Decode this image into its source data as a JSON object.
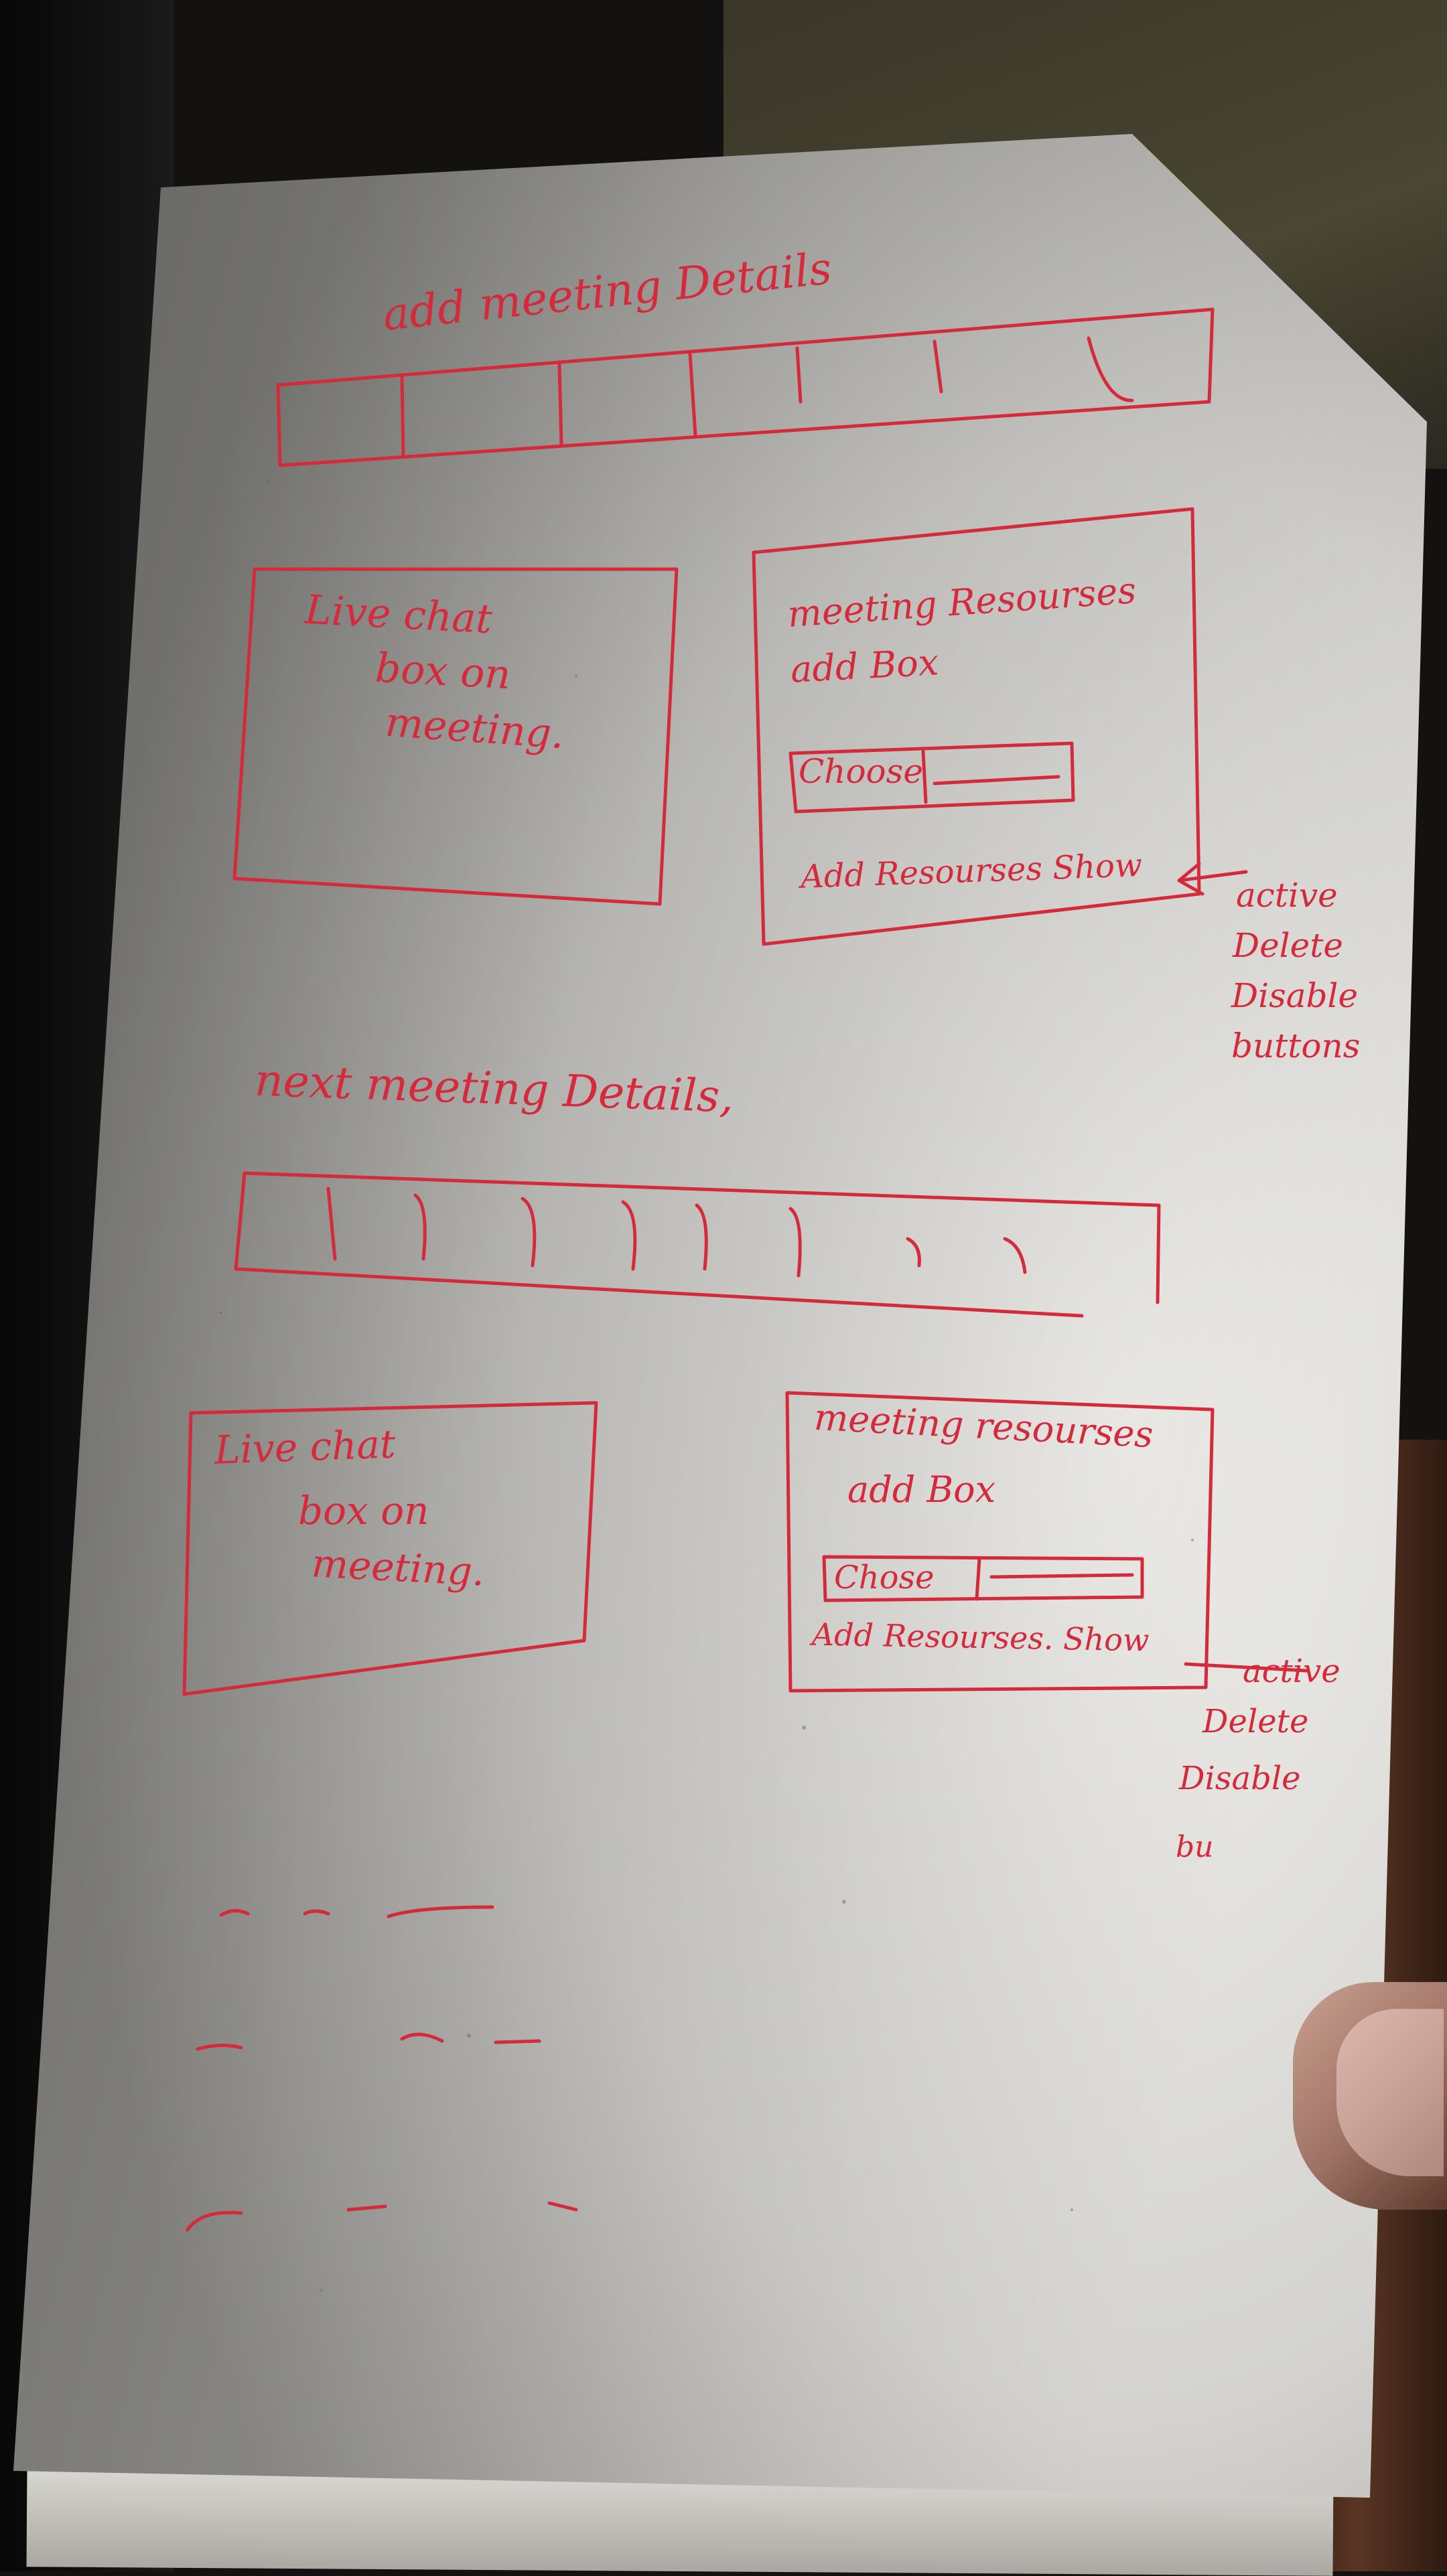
{
  "section1": {
    "title": "add meeting Details",
    "chat_box": {
      "line1": "Live chat",
      "line2": "box on",
      "line3": "meeting."
    },
    "resources_box": {
      "title_line1": "meeting Resourses",
      "title_line2": "add Box",
      "choose_label": "Choose",
      "show_label": "Add Resourses Show",
      "actions": [
        "active",
        "Delete",
        "Disable",
        "buttons"
      ]
    }
  },
  "section2": {
    "title": "next meeting Details,",
    "chat_box": {
      "line1": "Live chat",
      "line2": "box on",
      "line3": "meeting."
    },
    "resources_box": {
      "title_line1": "meeting resourses",
      "title_line2": "add Box",
      "choose_label": "Chose",
      "show_label": "Add Resourses. Show",
      "actions": [
        "active",
        "Delete",
        "Disable",
        "bu"
      ]
    }
  },
  "colors": {
    "ink": "#d42a3c",
    "paper": "#cfceca"
  },
  "icons": {
    "pointer": "arrow-left-icon"
  }
}
